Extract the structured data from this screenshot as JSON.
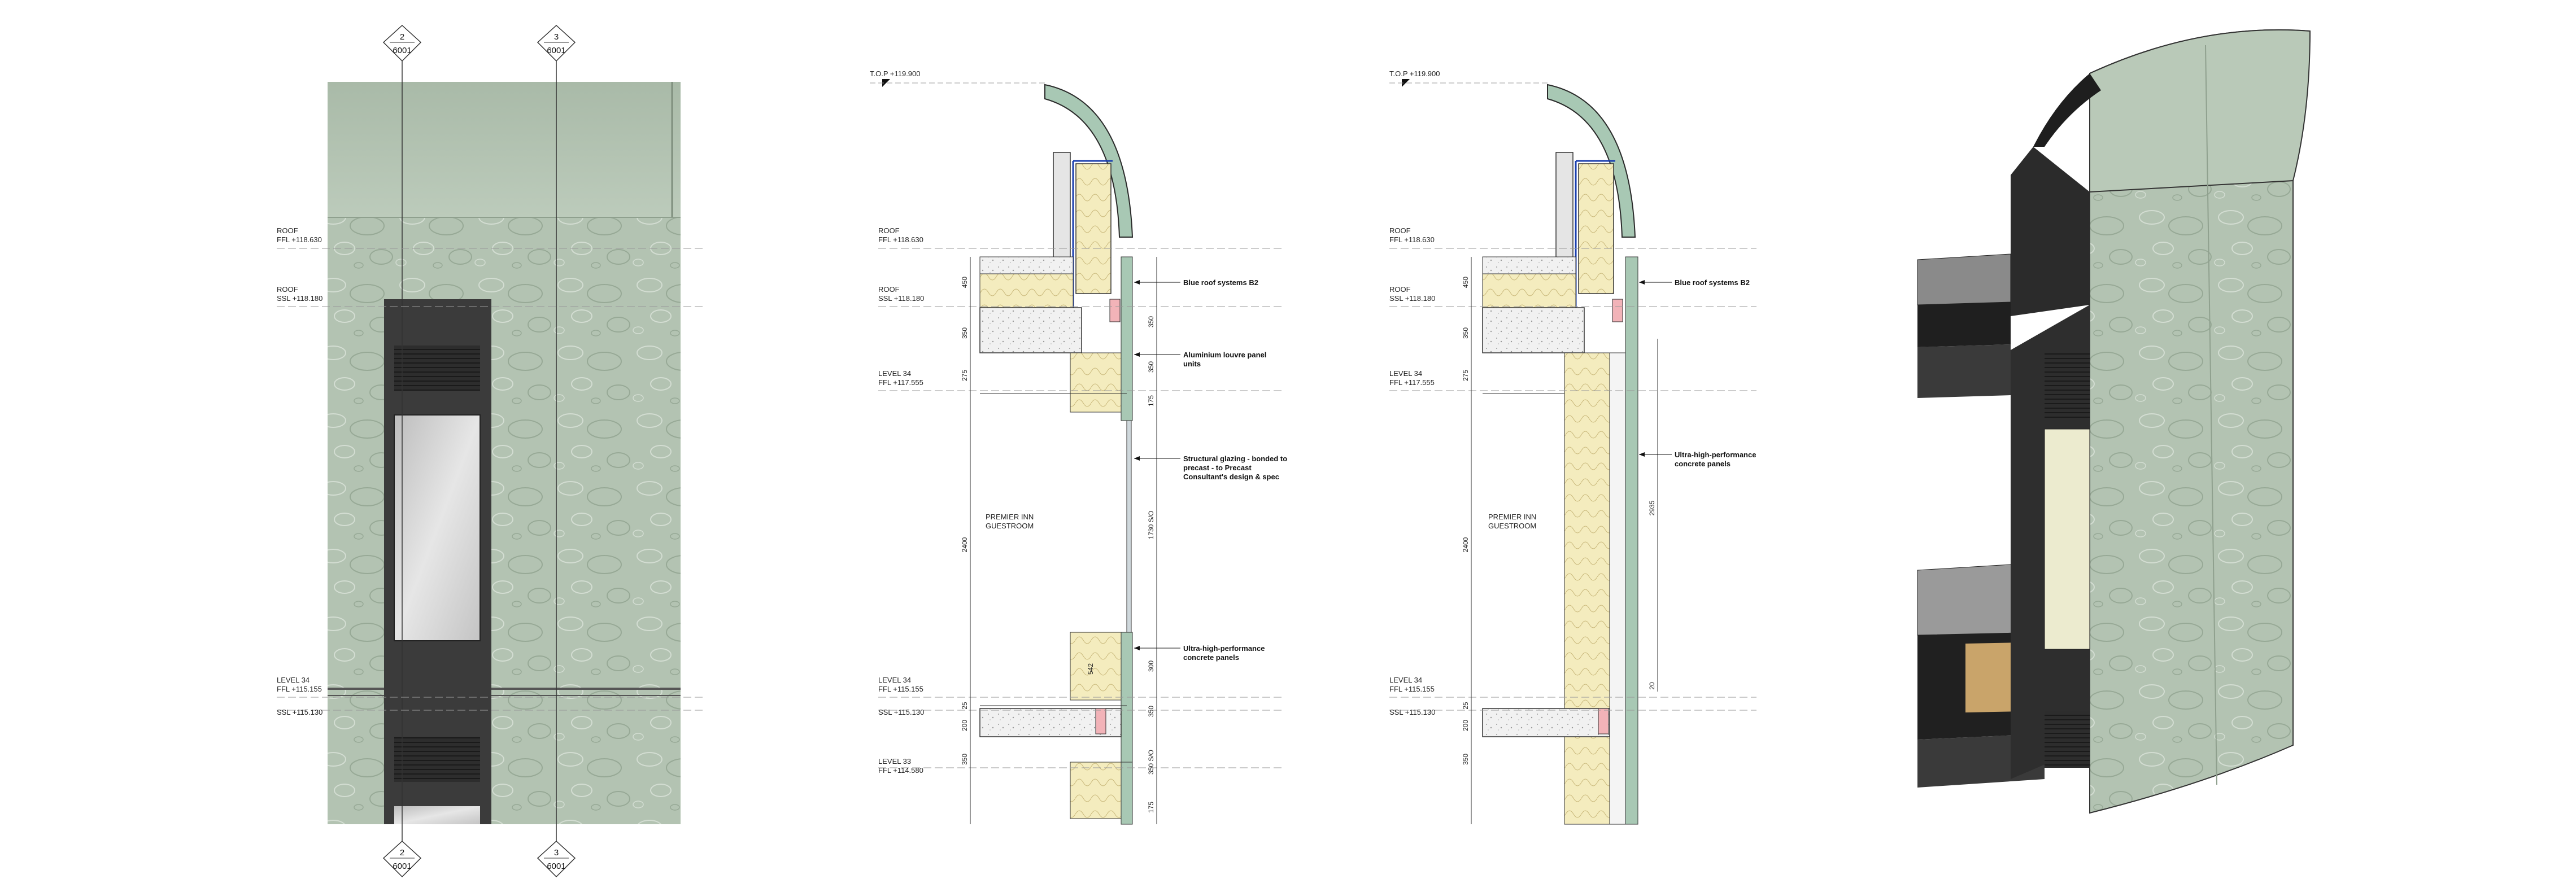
{
  "elevation": {
    "grid_top": [
      {
        "num": "2",
        "sheet": "6001"
      },
      {
        "num": "3",
        "sheet": "6001"
      }
    ],
    "grid_bottom": [
      {
        "num": "2",
        "sheet": "6001"
      },
      {
        "num": "3",
        "sheet": "6001"
      }
    ],
    "levels": [
      {
        "name": "ROOF",
        "value": "FFL +118.630"
      },
      {
        "name": "ROOF",
        "value": "SSL +118.180"
      },
      {
        "name": "LEVEL 34",
        "value": "FFL +115.155"
      },
      {
        "name": "",
        "value": "SSL +115.130"
      }
    ]
  },
  "section1": {
    "top": "T.O.P +119.900",
    "levels": [
      {
        "name": "ROOF",
        "value": "FFL +118.630"
      },
      {
        "name": "ROOF",
        "value": "SSL +118.180"
      },
      {
        "name": "LEVEL 34",
        "value": "FFL +117.555"
      },
      {
        "name": "LEVEL 34",
        "value": "FFL +115.155"
      },
      {
        "name": "",
        "value": "SSL +115.130"
      },
      {
        "name": "LEVEL 33",
        "value": "FFL +114.580"
      }
    ],
    "room": [
      "PREMIER INN",
      "GUESTROOM"
    ],
    "dims_left": [
      "450",
      "350",
      "275",
      "2400",
      "25",
      "200",
      "350"
    ],
    "dims_right": [
      "350",
      "350",
      "175",
      "1730 S/O",
      "300",
      "350",
      "350 S/O",
      "175"
    ],
    "dim_542": "542",
    "notes": [
      [
        "Blue roof systems B2"
      ],
      [
        "Aluminium louvre panel",
        "units"
      ],
      [
        "Structural glazing - bonded to",
        "precast - to Precast",
        "Consultant's design & spec"
      ],
      [
        "Ultra-high-performance",
        "concrete panels"
      ]
    ]
  },
  "section2": {
    "top": "T.O.P +119.900",
    "levels": [
      {
        "name": "ROOF",
        "value": "FFL +118.630"
      },
      {
        "name": "ROOF",
        "value": "SSL +118.180"
      },
      {
        "name": "LEVEL 34",
        "value": "FFL +117.555"
      },
      {
        "name": "LEVEL 34",
        "value": "FFL +115.155"
      },
      {
        "name": "",
        "value": "SSL +115.130"
      }
    ],
    "room": [
      "PREMIER INN",
      "GUESTROOM"
    ],
    "dims_left": [
      "450",
      "350",
      "275",
      "2400",
      "25",
      "200",
      "350"
    ],
    "dims_right": [
      "2935",
      "20"
    ],
    "notes": [
      [
        "Blue roof systems B2"
      ],
      [
        "Ultra-high-performance",
        "concrete panels"
      ]
    ]
  },
  "colors": {
    "precast": "#b7c7b6",
    "precast_dark": "#9fb19f",
    "insulation": "#f4ecbe",
    "frame": "#3a3a3a",
    "glass": "#d9d9d9"
  }
}
